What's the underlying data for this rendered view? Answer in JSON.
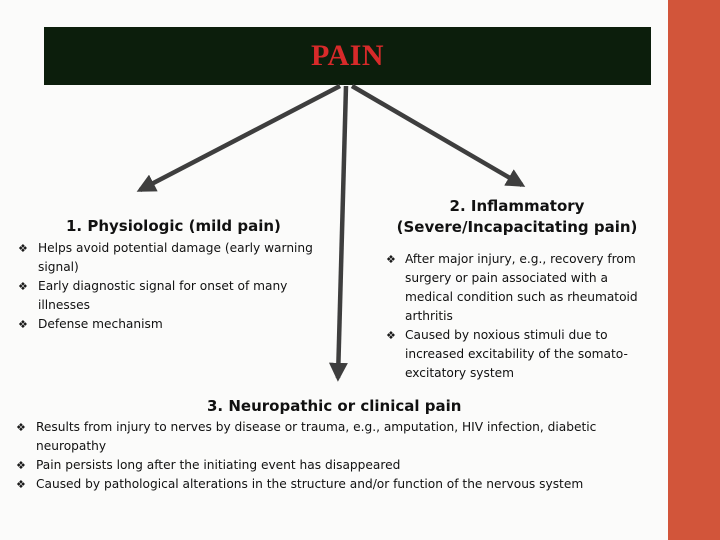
{
  "colors": {
    "accent_bar": "#d2553a",
    "title_bg": "#0c1e0c",
    "title_text": "#d82a2a",
    "arrow": "#3e3e3e",
    "bullet_mark": "#1a1a1a"
  },
  "title": "PAIN",
  "bullet_glyph": "❖",
  "sections": {
    "physiologic": {
      "heading": "1. Physiologic (mild pain)",
      "bullets": [
        "Helps avoid potential damage  (early warning signal)",
        "Early diagnostic signal for onset of many illnesses",
        "Defense mechanism"
      ]
    },
    "inflammatory": {
      "heading_line1": "2. Inflammatory",
      "heading_line2": "(Severe/Incapacitating pain)",
      "bullets": [
        "After major injury, e.g., recovery from surgery or pain associated with a medical condition  such as rheumatoid arthritis",
        "Caused  by noxious stimuli due to increased excitability of the somato-excitatory system"
      ]
    },
    "neuropathic": {
      "heading": "3. Neuropathic or clinical pain",
      "bullets": [
        "Results from injury to nerves by disease or trauma, e.g., amputation, HIV infection, diabetic neuropathy",
        "Pain persists long after the initiating event has disappeared",
        "Caused by pathological alterations in the structure and/or function of the nervous system"
      ]
    }
  }
}
